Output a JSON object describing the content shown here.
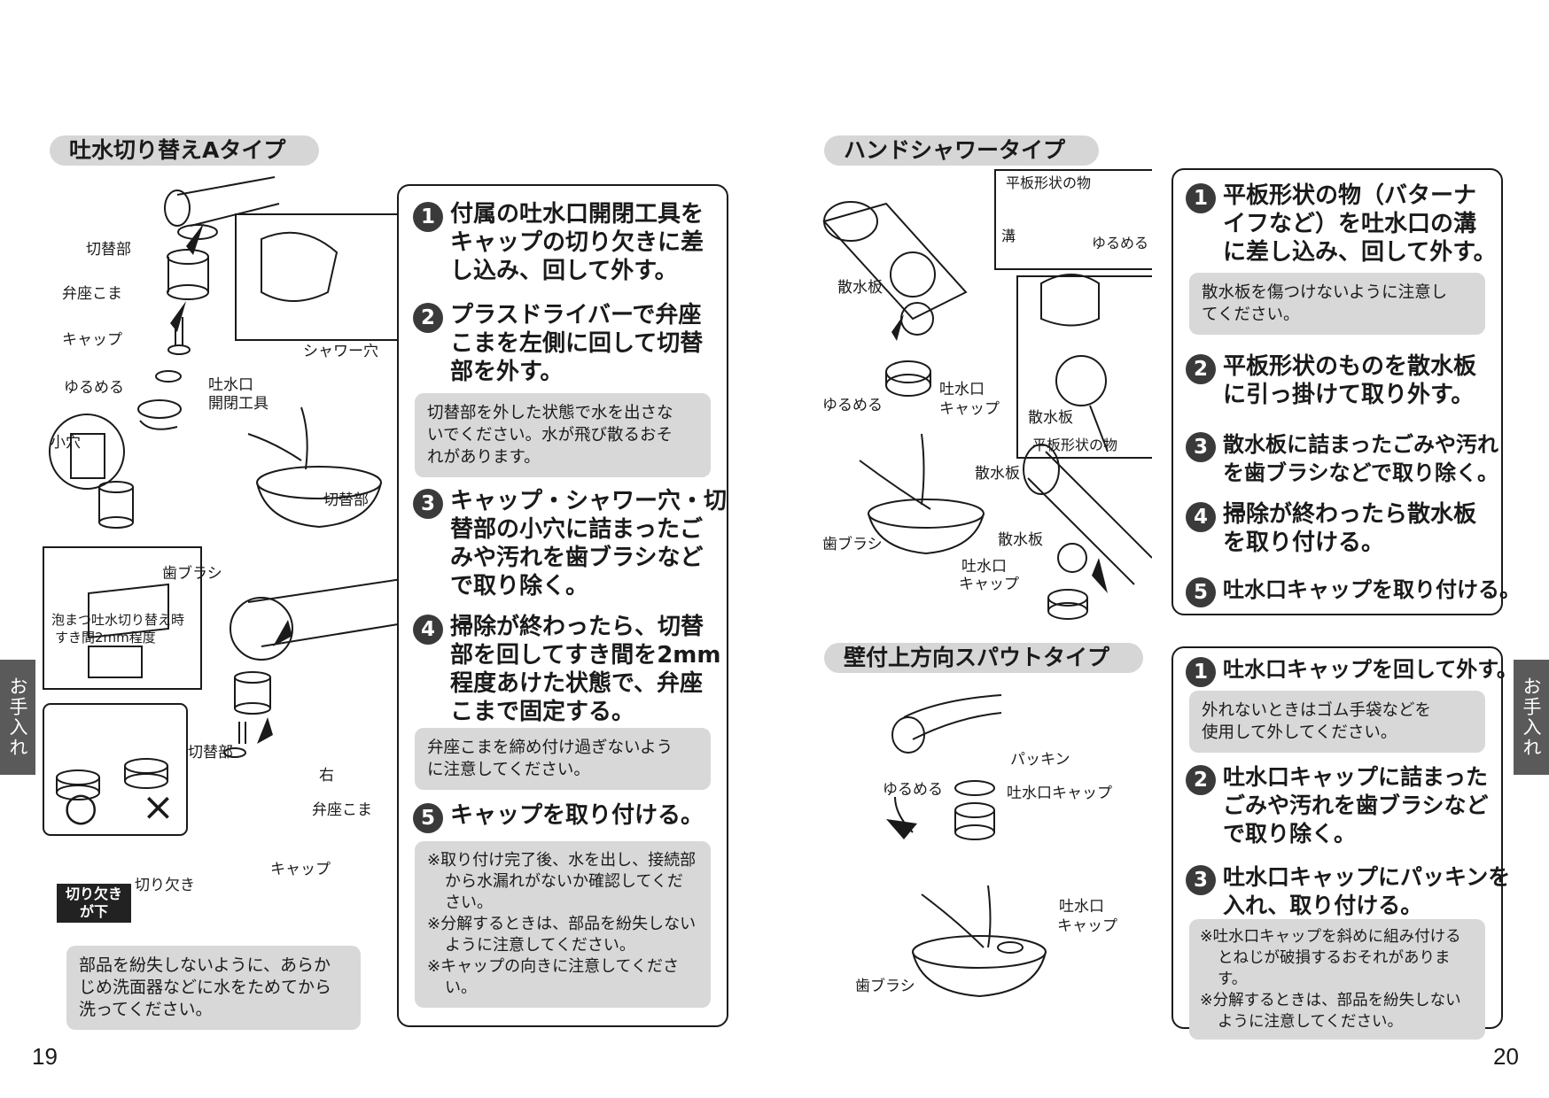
{
  "left": {
    "section_title": "吐水切り替えAタイプ",
    "labels": {
      "kirikaebu": "切替部",
      "benzakoma": "弁座こま",
      "cap": "キャップ",
      "yurumeru": "ゆるめる",
      "tool": [
        "吐水口",
        "開閉工具"
      ],
      "shower_hole": "シャワー穴",
      "koana": "小穴",
      "kirikaebu2": "切替部",
      "haburashi": "歯ブラシ",
      "awamatsu": [
        "泡まつ吐水切り替え時",
        "すき間2mm程度"
      ],
      "kirikaebu3": "切替部",
      "migi": "右",
      "benzakoma2": "弁座こま",
      "cap2": "キャップ",
      "good_mark": "○",
      "bad_mark": "×",
      "kirikaki": "切り欠き",
      "kirikaki_down": [
        "切り欠き",
        "が下"
      ]
    },
    "bottom_note": [
      "部品を紛失しないように、あらか",
      "じめ洗面器などに水をためてから",
      "洗ってください。"
    ],
    "steps": [
      {
        "num": "1",
        "lines": [
          "付属の吐水口開閉工具を",
          "キャップの切り欠きに差",
          "し込み、回して外す。"
        ]
      },
      {
        "num": "2",
        "lines": [
          "プラスドライバーで弁座",
          "こまを左側に回して切替",
          "部を外す。"
        ]
      },
      {
        "num": "3",
        "lines": [
          "キャップ・シャワー穴・切",
          "替部の小穴に詰まったご",
          "みや汚れを歯ブラシなど",
          "で取り除く。"
        ]
      },
      {
        "num": "4",
        "lines": [
          "掃除が終わったら、切替",
          "部を回してすき間を2mm",
          "程度あけた状態で、弁座",
          "こまで固定する。"
        ]
      },
      {
        "num": "5",
        "lines": [
          "キャップを取り付ける。"
        ]
      }
    ],
    "note2": [
      "切替部を外した状態で水を出さな",
      "いでください。水が飛び散るおそ",
      "れがあります。"
    ],
    "note4": [
      "弁座こまを締め付け過ぎないよう",
      "に注意してください。"
    ],
    "note5": [
      "※取り付け完了後、水を出し、接続部から水漏れがないか確認してください。",
      "※分解するときは、部品を紛失しないように注意してください。",
      "※キャップの向きに注意してください。"
    ],
    "page_number": "19",
    "side_tab": "お手入れ"
  },
  "right": {
    "hand_title": "ハンドシャワータイプ",
    "hand_labels": {
      "heiban_top": "平板形状の物",
      "mizo": "溝",
      "yurumeru_top": "ゆるめる",
      "sansuiban": "散水板",
      "yurumeru": "ゆるめる",
      "cap": [
        "吐水口",
        "キャップ"
      ],
      "sansuiban2": "散水板",
      "heiban2": "平板形状の物",
      "sansuiban3": "散水板",
      "haburashi": "歯ブラシ",
      "sansuiban4": "散水板",
      "cap2": [
        "吐水口",
        "キャップ"
      ]
    },
    "hand_steps": [
      {
        "num": "1",
        "lines": [
          "平板形状の物（バターナ",
          "イフなど）を吐水口の溝",
          "に差し込み、回して外す。"
        ]
      },
      {
        "num": "2",
        "lines": [
          "平板形状のものを散水板",
          "に引っ掛けて取り外す。"
        ]
      },
      {
        "num": "3",
        "lines": [
          "散水板に詰まったごみや汚れ",
          "を歯ブラシなどで取り除く。"
        ]
      },
      {
        "num": "4",
        "lines": [
          "掃除が終わったら散水板",
          "を取り付ける。"
        ]
      },
      {
        "num": "5",
        "lines": [
          "吐水口キャップを取り付ける。"
        ]
      }
    ],
    "hand_note1": [
      "散水板を傷つけないように注意し",
      "てください。"
    ],
    "wall_title": "壁付上方向スパウトタイプ",
    "wall_labels": {
      "packing": "パッキン",
      "yurumeru": "ゆるめる",
      "cap": "吐水口キャップ",
      "cap2": [
        "吐水口",
        "キャップ"
      ],
      "haburashi": "歯ブラシ"
    },
    "wall_steps": [
      {
        "num": "1",
        "lines": [
          "吐水口キャップを回して外す。"
        ]
      },
      {
        "num": "2",
        "lines": [
          "吐水口キャップに詰まった",
          "ごみや汚れを歯ブラシなど",
          "で取り除く。"
        ]
      },
      {
        "num": "3",
        "lines": [
          "吐水口キャップにパッキンを",
          "入れ、取り付ける。"
        ]
      }
    ],
    "wall_note1": [
      "外れないときはゴム手袋などを",
      "使用して外してください。"
    ],
    "wall_note3": [
      "※吐水口キャップを斜めに組み付けるとねじが破損するおそれがあります。",
      "※分解するときは、部品を紛失しないように注意してください。"
    ],
    "page_number": "20",
    "side_tab": "お手入れ"
  }
}
